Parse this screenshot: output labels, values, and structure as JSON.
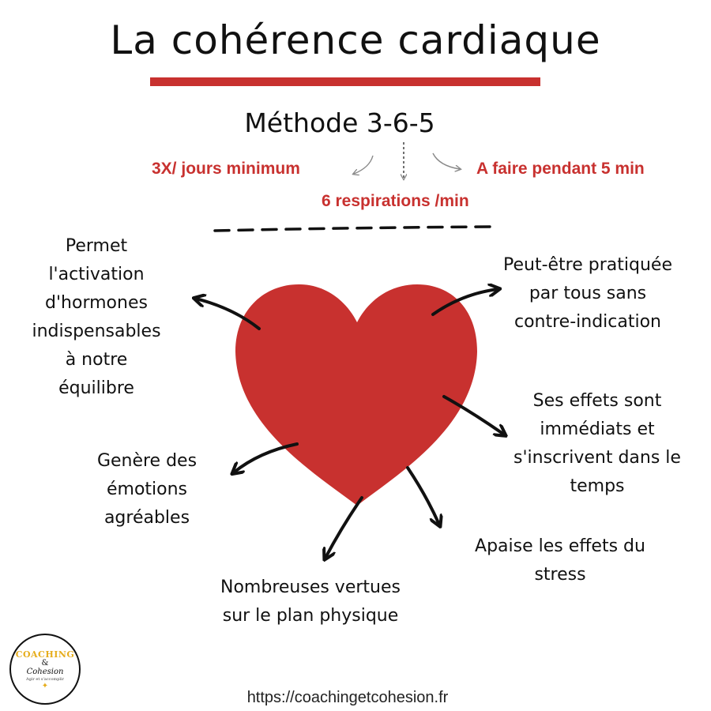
{
  "title": "La cohérence cardiaque",
  "method": "Méthode 3-6-5",
  "method_details": {
    "left": "3X/ jours minimum",
    "bottom": "6 respirations /min",
    "right": "A faire pendant 5 min"
  },
  "benefits": {
    "hormones": [
      "Permet",
      "l'activation",
      "d'hormones",
      "indispensables",
      "à notre",
      "équilibre"
    ],
    "practice": [
      "Peut-être pratiquée",
      "par tous sans",
      "contre-indication"
    ],
    "effects": [
      "Ses  effets sont",
      "immédiats et",
      "s'inscrivent dans le",
      "temps"
    ],
    "emotions": [
      "Genère des",
      "émotions",
      "agréables"
    ],
    "stress": [
      "Apaise les effets du",
      "stress"
    ],
    "physical": [
      "Nombreuses vertues",
      "sur le plan physique"
    ]
  },
  "logo": {
    "name": "COACHING",
    "amp": "&",
    "sub": "Cohesion",
    "tagline": "Agir et s'accomplir"
  },
  "url": "https://coachingetcohesion.fr",
  "colors": {
    "accent": "#c8312f",
    "heart": "#c8312f",
    "text": "#111111",
    "logo_gold": "#e6ad1c"
  }
}
